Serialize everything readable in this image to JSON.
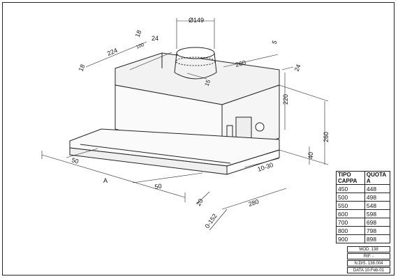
{
  "dimensions": {
    "diameter": "Ø149",
    "d18_top": "18",
    "d224": "224",
    "d24_top": "24",
    "d100": "100",
    "d18_left": "18",
    "d5": "5",
    "d260_top": "260",
    "d24_right": "24",
    "d15": "15",
    "d220": "220",
    "d260_right": "260",
    "d40": "40",
    "d10_30": "10-30",
    "d50_left": "50",
    "dA": "A",
    "d50_bottom": "50",
    "d20": "20",
    "d280": "280",
    "d0_152": "0-152"
  },
  "table": {
    "headers": [
      "TIPO CAPPA",
      "QUOTA A"
    ],
    "rows": [
      [
        "450",
        "448"
      ],
      [
        "500",
        "498"
      ],
      [
        "550",
        "548"
      ],
      [
        "600",
        "598"
      ],
      [
        "700",
        "698"
      ],
      [
        "800",
        "798"
      ],
      [
        "900",
        "898"
      ]
    ]
  },
  "title_block": {
    "mod": "MOD. 138",
    "rif": "RIF. -",
    "ndis": "N.DIS. 138.004",
    "data": "DATA 10-Feb-01"
  }
}
